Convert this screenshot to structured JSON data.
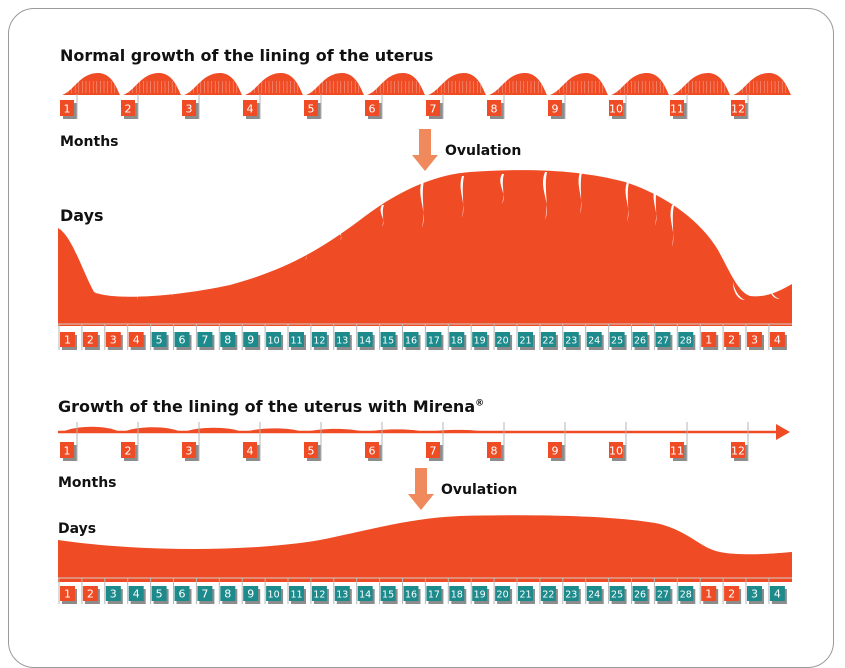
{
  "section1": {
    "title": "Normal growth of the lining of the uterus",
    "months_label": "Months",
    "ovulation_label": "Ovulation",
    "days_label": "Days",
    "months": [
      "1",
      "2",
      "3",
      "4",
      "5",
      "6",
      "7",
      "8",
      "9",
      "10",
      "11",
      "12"
    ],
    "days": [
      "1",
      "2",
      "3",
      "4",
      "5",
      "6",
      "7",
      "8",
      "9",
      "10",
      "11",
      "12",
      "13",
      "14",
      "15",
      "16",
      "17",
      "18",
      "19",
      "20",
      "21",
      "22",
      "23",
      "24",
      "25",
      "26",
      "27",
      "28",
      "1",
      "2",
      "3",
      "4"
    ]
  },
  "section2": {
    "title": "Growth of the lining of the uterus with Mirena",
    "title_mark": "®",
    "months_label": "Months",
    "ovulation_label": "Ovulation",
    "days_label": "Days",
    "months": [
      "1",
      "2",
      "3",
      "4",
      "5",
      "6",
      "7",
      "8",
      "9",
      "10",
      "11",
      "12"
    ],
    "days": [
      "1",
      "2",
      "3",
      "4",
      "5",
      "6",
      "7",
      "8",
      "9",
      "10",
      "11",
      "12",
      "13",
      "14",
      "15",
      "16",
      "17",
      "18",
      "19",
      "20",
      "21",
      "22",
      "23",
      "24",
      "25",
      "26",
      "27",
      "28",
      "1",
      "2",
      "3",
      "4"
    ]
  },
  "colors": {
    "orange_red": "#ef4b24",
    "teal": "#1d8a8c",
    "arrow": "#f08a5d",
    "grey_shadow": "#8c8c8c"
  },
  "day_colors": [
    "red",
    "red",
    "red",
    "red",
    "teal",
    "teal",
    "teal",
    "teal",
    "teal",
    "teal",
    "teal",
    "teal",
    "teal",
    "teal",
    "teal",
    "teal",
    "teal",
    "teal",
    "teal",
    "teal",
    "teal",
    "teal",
    "teal",
    "teal",
    "teal",
    "teal",
    "teal",
    "teal",
    "red",
    "red",
    "red",
    "red"
  ],
  "day_colors_mirena": [
    "red",
    "red",
    "teal",
    "teal",
    "teal",
    "teal",
    "teal",
    "teal",
    "teal",
    "teal",
    "teal",
    "teal",
    "teal",
    "teal",
    "teal",
    "teal",
    "teal",
    "teal",
    "teal",
    "teal",
    "teal",
    "teal",
    "teal",
    "teal",
    "teal",
    "teal",
    "teal",
    "teal",
    "red",
    "red",
    "teal",
    "teal"
  ]
}
